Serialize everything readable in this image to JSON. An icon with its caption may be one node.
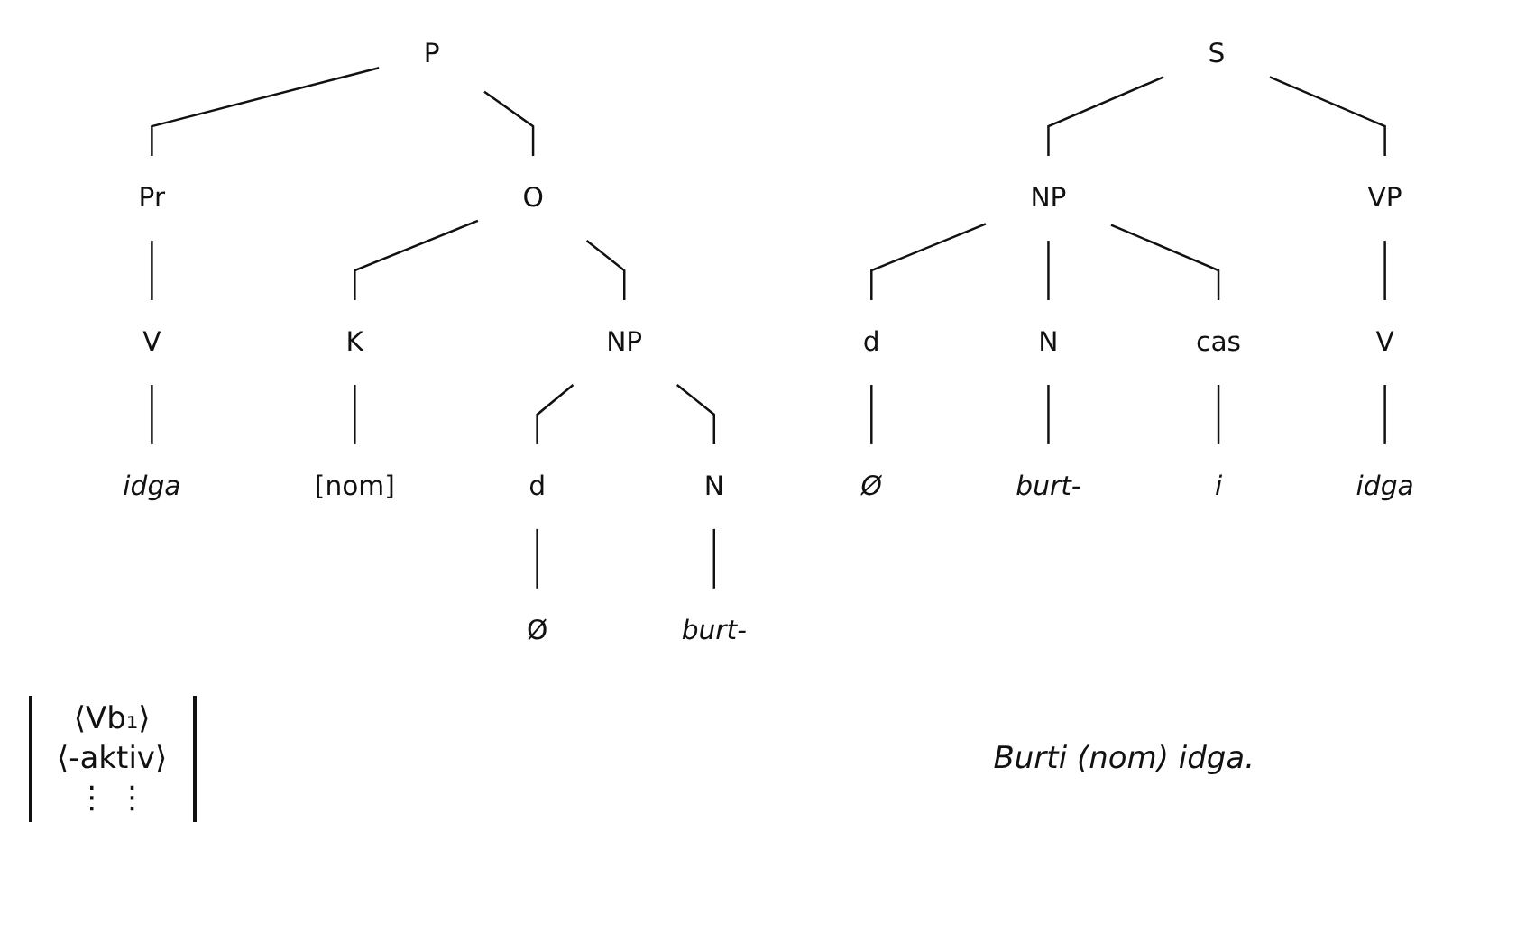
{
  "diagram": {
    "nodes": [
      {
        "text": [
          "P"
        ]
      },
      {
        "text": [
          "Pr"
        ]
      },
      {
        "text": [
          "O"
        ]
      },
      {
        "text": [
          "V"
        ]
      },
      {
        "text": [
          "K"
        ]
      },
      {
        "text": [
          "NP"
        ]
      },
      {
        "text": [
          "d"
        ]
      },
      {
        "text": [
          "N"
        ]
      },
      {
        "text": [
          "idga"
        ]
      },
      {
        "text": [
          "[nom]"
        ]
      },
      {
        "text": [
          "Ø"
        ]
      },
      {
        "text": [
          "burt-"
        ]
      },
      {
        "text": [
          "S"
        ]
      },
      {
        "text": [
          "NP"
        ]
      },
      {
        "text": [
          "VP"
        ]
      },
      {
        "text": [
          "d"
        ]
      },
      {
        "text": [
          "N"
        ]
      },
      {
        "text": [
          "cas"
        ]
      },
      {
        "text": [
          "V"
        ]
      },
      {
        "text": [
          "Ø"
        ]
      },
      {
        "text": [
          "burt-"
        ]
      },
      {
        "text": [
          "i"
        ]
      },
      {
        "text": [
          "idga"
        ]
      }
    ],
    "edges": [
      {
        "from": 0,
        "to": 1,
        "arrow": "none"
      },
      {
        "from": 0,
        "to": 2,
        "arrow": "none"
      },
      {
        "from": 1,
        "to": 3,
        "arrow": "none"
      },
      {
        "from": 2,
        "to": 4,
        "arrow": "none"
      },
      {
        "from": 2,
        "to": 5,
        "arrow": "none"
      },
      {
        "from": 3,
        "to": 8,
        "arrow": "none"
      },
      {
        "from": 4,
        "to": 9,
        "arrow": "none"
      },
      {
        "from": 5,
        "to": 6,
        "arrow": "none"
      },
      {
        "from": 5,
        "to": 7,
        "arrow": "none"
      },
      {
        "from": 6,
        "to": 10,
        "arrow": "none"
      },
      {
        "from": 7,
        "to": 11,
        "arrow": "none"
      },
      {
        "from": 12,
        "to": 13,
        "arrow": "none"
      },
      {
        "from": 12,
        "to": 14,
        "arrow": "none"
      },
      {
        "from": 13,
        "to": 15,
        "arrow": "none"
      },
      {
        "from": 13,
        "to": 16,
        "arrow": "none"
      },
      {
        "from": 13,
        "to": 17,
        "arrow": "none"
      },
      {
        "from": 14,
        "to": 18,
        "arrow": "none"
      },
      {
        "from": 15,
        "to": 19,
        "arrow": "none"
      },
      {
        "from": 16,
        "to": 20,
        "arrow": "none"
      },
      {
        "from": 17,
        "to": 21,
        "arrow": "none"
      },
      {
        "from": 18,
        "to": 22,
        "arrow": "none"
      }
    ],
    "labels": [
      "⟨Vb₁⟩",
      "⟨-aktiv⟩",
      "⋮ ⋮",
      "Burti (nom) idga."
    ]
  }
}
